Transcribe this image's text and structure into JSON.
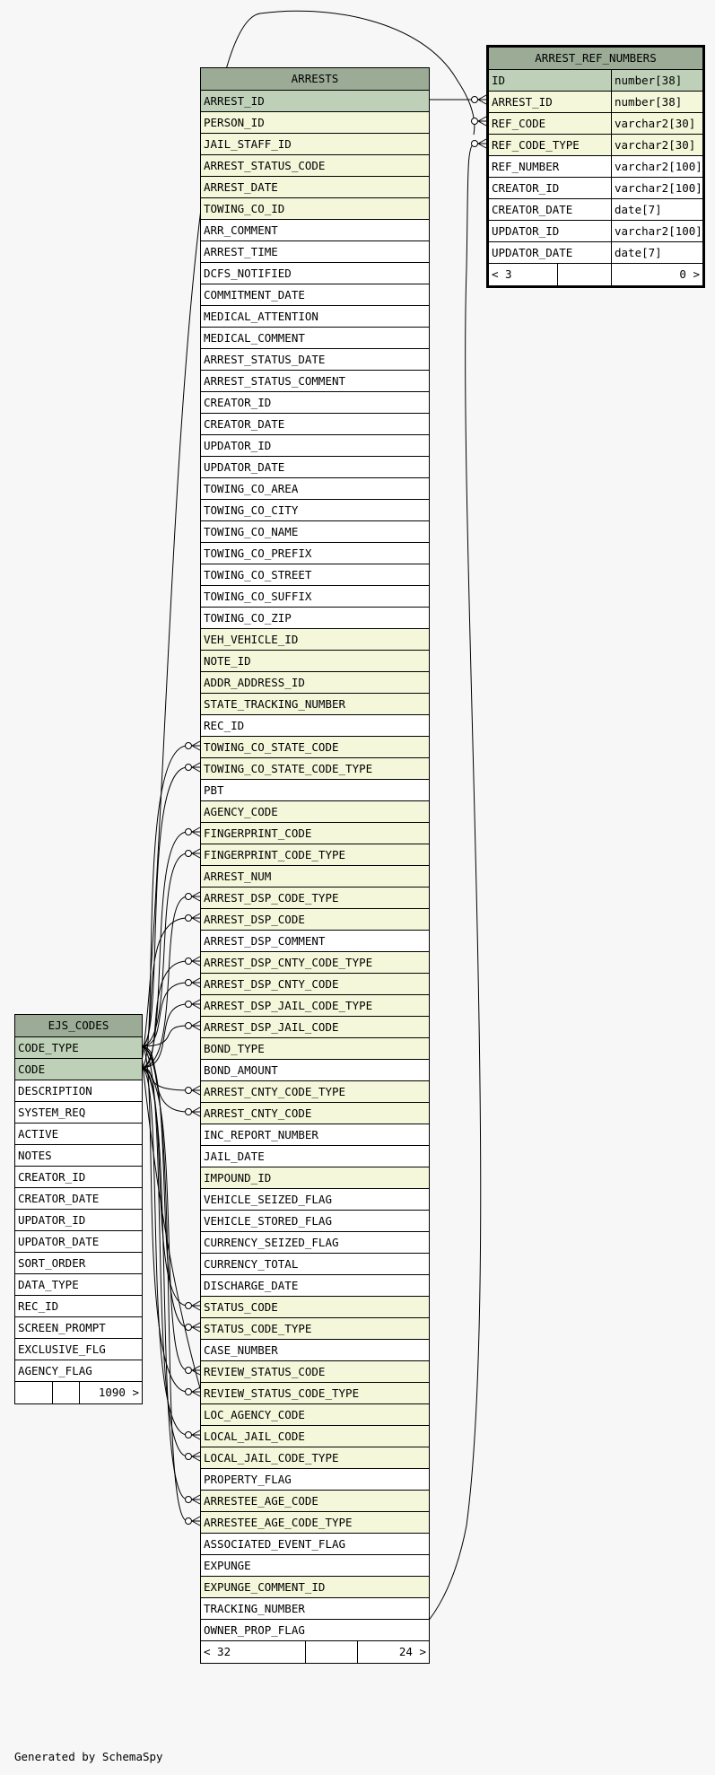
{
  "footer_text": "Generated by SchemaSpy",
  "arrests": {
    "title": "ARRESTS",
    "columns": [
      {
        "name": "ARREST_ID",
        "kind": "pk"
      },
      {
        "name": "PERSON_ID",
        "kind": "fk"
      },
      {
        "name": "JAIL_STAFF_ID",
        "kind": "fk"
      },
      {
        "name": "ARREST_STATUS_CODE",
        "kind": "fk"
      },
      {
        "name": "ARREST_DATE",
        "kind": "fk"
      },
      {
        "name": "TOWING_CO_ID",
        "kind": "fk"
      },
      {
        "name": "ARR_COMMENT",
        "kind": "plain"
      },
      {
        "name": "ARREST_TIME",
        "kind": "plain"
      },
      {
        "name": "DCFS_NOTIFIED",
        "kind": "plain"
      },
      {
        "name": "COMMITMENT_DATE",
        "kind": "plain"
      },
      {
        "name": "MEDICAL_ATTENTION",
        "kind": "plain"
      },
      {
        "name": "MEDICAL_COMMENT",
        "kind": "plain"
      },
      {
        "name": "ARREST_STATUS_DATE",
        "kind": "plain"
      },
      {
        "name": "ARREST_STATUS_COMMENT",
        "kind": "plain"
      },
      {
        "name": "CREATOR_ID",
        "kind": "plain"
      },
      {
        "name": "CREATOR_DATE",
        "kind": "plain"
      },
      {
        "name": "UPDATOR_ID",
        "kind": "plain"
      },
      {
        "name": "UPDATOR_DATE",
        "kind": "plain"
      },
      {
        "name": "TOWING_CO_AREA",
        "kind": "plain"
      },
      {
        "name": "TOWING_CO_CITY",
        "kind": "plain"
      },
      {
        "name": "TOWING_CO_NAME",
        "kind": "plain"
      },
      {
        "name": "TOWING_CO_PREFIX",
        "kind": "plain"
      },
      {
        "name": "TOWING_CO_STREET",
        "kind": "plain"
      },
      {
        "name": "TOWING_CO_SUFFIX",
        "kind": "plain"
      },
      {
        "name": "TOWING_CO_ZIP",
        "kind": "plain"
      },
      {
        "name": "VEH_VEHICLE_ID",
        "kind": "fk"
      },
      {
        "name": "NOTE_ID",
        "kind": "fk"
      },
      {
        "name": "ADDR_ADDRESS_ID",
        "kind": "fk"
      },
      {
        "name": "STATE_TRACKING_NUMBER",
        "kind": "fk"
      },
      {
        "name": "REC_ID",
        "kind": "plain"
      },
      {
        "name": "TOWING_CO_STATE_CODE",
        "kind": "fk"
      },
      {
        "name": "TOWING_CO_STATE_CODE_TYPE",
        "kind": "fk"
      },
      {
        "name": "PBT",
        "kind": "plain"
      },
      {
        "name": "AGENCY_CODE",
        "kind": "fk"
      },
      {
        "name": "FINGERPRINT_CODE",
        "kind": "fk"
      },
      {
        "name": "FINGERPRINT_CODE_TYPE",
        "kind": "fk"
      },
      {
        "name": "ARREST_NUM",
        "kind": "fk"
      },
      {
        "name": "ARREST_DSP_CODE_TYPE",
        "kind": "fk"
      },
      {
        "name": "ARREST_DSP_CODE",
        "kind": "fk"
      },
      {
        "name": "ARREST_DSP_COMMENT",
        "kind": "plain"
      },
      {
        "name": "ARREST_DSP_CNTY_CODE_TYPE",
        "kind": "fk"
      },
      {
        "name": "ARREST_DSP_CNTY_CODE",
        "kind": "fk"
      },
      {
        "name": "ARREST_DSP_JAIL_CODE_TYPE",
        "kind": "fk"
      },
      {
        "name": "ARREST_DSP_JAIL_CODE",
        "kind": "fk"
      },
      {
        "name": "BOND_TYPE",
        "kind": "fk"
      },
      {
        "name": "BOND_AMOUNT",
        "kind": "plain"
      },
      {
        "name": "ARREST_CNTY_CODE_TYPE",
        "kind": "fk"
      },
      {
        "name": "ARREST_CNTY_CODE",
        "kind": "fk"
      },
      {
        "name": "INC_REPORT_NUMBER",
        "kind": "plain"
      },
      {
        "name": "JAIL_DATE",
        "kind": "plain"
      },
      {
        "name": "IMPOUND_ID",
        "kind": "fk"
      },
      {
        "name": "VEHICLE_SEIZED_FLAG",
        "kind": "plain"
      },
      {
        "name": "VEHICLE_STORED_FLAG",
        "kind": "plain"
      },
      {
        "name": "CURRENCY_SEIZED_FLAG",
        "kind": "plain"
      },
      {
        "name": "CURRENCY_TOTAL",
        "kind": "plain"
      },
      {
        "name": "DISCHARGE_DATE",
        "kind": "plain"
      },
      {
        "name": "STATUS_CODE",
        "kind": "fk"
      },
      {
        "name": "STATUS_CODE_TYPE",
        "kind": "fk"
      },
      {
        "name": "CASE_NUMBER",
        "kind": "plain"
      },
      {
        "name": "REVIEW_STATUS_CODE",
        "kind": "fk"
      },
      {
        "name": "REVIEW_STATUS_CODE_TYPE",
        "kind": "fk"
      },
      {
        "name": "LOC_AGENCY_CODE",
        "kind": "fk"
      },
      {
        "name": "LOCAL_JAIL_CODE",
        "kind": "fk"
      },
      {
        "name": "LOCAL_JAIL_CODE_TYPE",
        "kind": "fk"
      },
      {
        "name": "PROPERTY_FLAG",
        "kind": "plain"
      },
      {
        "name": "ARRESTEE_AGE_CODE",
        "kind": "fk"
      },
      {
        "name": "ARRESTEE_AGE_CODE_TYPE",
        "kind": "fk"
      },
      {
        "name": "ASSOCIATED_EVENT_FLAG",
        "kind": "plain"
      },
      {
        "name": "EXPUNGE",
        "kind": "plain"
      },
      {
        "name": "EXPUNGE_COMMENT_ID",
        "kind": "fk"
      },
      {
        "name": "TRACKING_NUMBER",
        "kind": "plain"
      },
      {
        "name": "OWNER_PROP_FLAG",
        "kind": "plain"
      }
    ],
    "footer": {
      "left": "< 32",
      "middle": "",
      "right": "24 >"
    }
  },
  "ejs_codes": {
    "title": "EJS_CODES",
    "columns": [
      {
        "name": "CODE_TYPE",
        "kind": "pk"
      },
      {
        "name": "CODE",
        "kind": "pk"
      },
      {
        "name": "DESCRIPTION",
        "kind": "plain"
      },
      {
        "name": "SYSTEM_REQ",
        "kind": "plain"
      },
      {
        "name": "ACTIVE",
        "kind": "plain"
      },
      {
        "name": "NOTES",
        "kind": "plain"
      },
      {
        "name": "CREATOR_ID",
        "kind": "plain"
      },
      {
        "name": "CREATOR_DATE",
        "kind": "plain"
      },
      {
        "name": "UPDATOR_ID",
        "kind": "plain"
      },
      {
        "name": "UPDATOR_DATE",
        "kind": "plain"
      },
      {
        "name": "SORT_ORDER",
        "kind": "plain"
      },
      {
        "name": "DATA_TYPE",
        "kind": "plain"
      },
      {
        "name": "REC_ID",
        "kind": "plain"
      },
      {
        "name": "SCREEN_PROMPT",
        "kind": "plain"
      },
      {
        "name": "EXCLUSIVE_FLG",
        "kind": "plain"
      },
      {
        "name": "AGENCY_FLAG",
        "kind": "plain"
      }
    ],
    "footer": {
      "left": "",
      "middle": "",
      "right": "1090 >"
    }
  },
  "arrest_ref_numbers": {
    "title": "ARREST_REF_NUMBERS",
    "columns": [
      {
        "name": "ID",
        "type": "number[38]",
        "kind": "pk"
      },
      {
        "name": "ARREST_ID",
        "type": "number[38]",
        "kind": "fk"
      },
      {
        "name": "REF_CODE",
        "type": "varchar2[30]",
        "kind": "fk"
      },
      {
        "name": "REF_CODE_TYPE",
        "type": "varchar2[30]",
        "kind": "fk"
      },
      {
        "name": "REF_NUMBER",
        "type": "varchar2[100]",
        "kind": "plain"
      },
      {
        "name": "CREATOR_ID",
        "type": "varchar2[100]",
        "kind": "plain"
      },
      {
        "name": "CREATOR_DATE",
        "type": "date[7]",
        "kind": "plain"
      },
      {
        "name": "UPDATOR_ID",
        "type": "varchar2[100]",
        "kind": "plain"
      },
      {
        "name": "UPDATOR_DATE",
        "type": "date[7]",
        "kind": "plain"
      }
    ],
    "footer": {
      "left": "< 3",
      "middle": "",
      "right": "0 >"
    }
  },
  "colors": {
    "title_bg": "#9bab96",
    "pk_bg": "#bed1b8",
    "fk_bg": "#f4f7da",
    "plain_bg": "#ffffff",
    "page_bg": "#f7f7f7"
  }
}
